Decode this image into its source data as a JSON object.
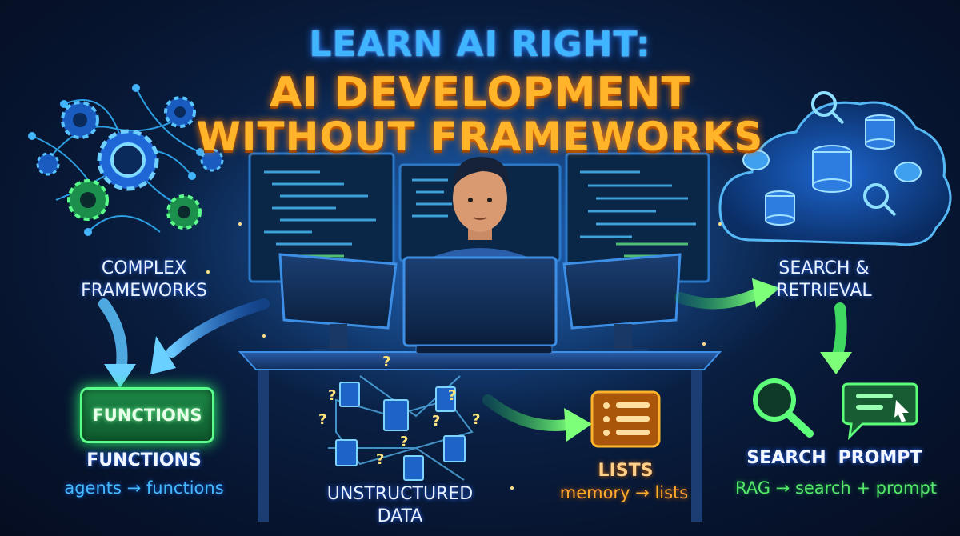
{
  "title": {
    "line1": "LEARN AI RIGHT:",
    "line2": "AI DEVELOPMENT",
    "line3": "WITHOUT FRAMEWORKS"
  },
  "left": {
    "label_line1": "COMPLEX",
    "label_line2": "FRAMEWORKS",
    "box_label": "FUNCTIONS",
    "caption": "FUNCTIONS",
    "mapping": "agents → functions"
  },
  "center": {
    "label_line1": "UNSTRUCTURED",
    "label_line2": "DATA",
    "list_caption": "LISTS",
    "list_mapping": "memory → lists"
  },
  "right": {
    "label_line1": "SEARCH &",
    "label_line2": "RETRIEVAL",
    "search_caption": "SEARCH",
    "prompt_caption": "PROMPT",
    "mapping": "RAG → search + prompt"
  },
  "colors": {
    "accent_blue": "#3fb4ff",
    "accent_orange": "#ffb42a",
    "accent_green": "#56e86a",
    "background": "#081428"
  }
}
